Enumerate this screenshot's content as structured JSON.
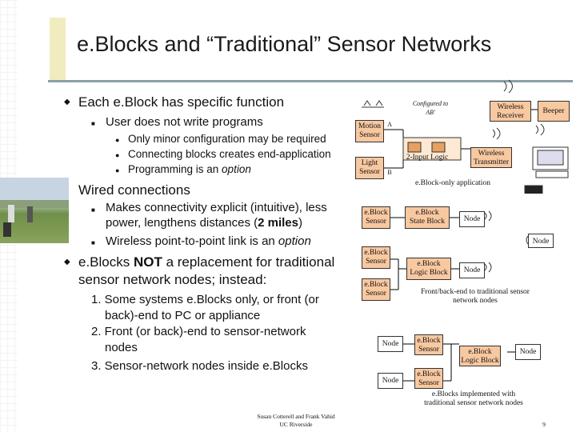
{
  "title": "e.Blocks and “Traditional” Sensor Networks",
  "bullets": {
    "b1": "Each e.Block has specific function",
    "b1_1": "User does not write programs",
    "b1_1_1": "Only minor configuration may be required",
    "b1_1_2": "Connecting blocks creates end-application",
    "b1_1_3_pre": "Programming is an ",
    "b1_1_3_em": "option",
    "b1_2": "Wired connections",
    "b1_2_1a": "Makes connectivity explicit (intuitive), less",
    "b1_2_1b_pre": "power, lengthens distances (",
    "b1_2_1b_bold": "2 miles",
    "b1_2_1b_post": ")",
    "b1_2_2_pre": "Wireless point-to-point link is an ",
    "b1_2_2_em": "option",
    "b2_pre": "e.Blocks ",
    "b2_bold": "NOT",
    "b2_post": " a replacement for traditional",
    "b2_line2": "sensor network nodes; instead:",
    "n1a": "1. Some systems e.Blocks only, or front (or",
    "n1b": "back)-end to PC or appliance",
    "n2a": "2. Front (or back)-end to sensor-network",
    "n2b": "nodes",
    "n3": "3. Sensor-network nodes inside e.Blocks"
  },
  "footer": {
    "author": "Susan Cotterell and Frank Vahid",
    "org": "UC Riverside",
    "page": "9"
  },
  "diagram": {
    "configured": "Configured to",
    "configured2": "AB'",
    "wireless_receiver_1": "Wireless",
    "wireless_receiver_2": "Receiver",
    "beeper": "Beeper",
    "motion_sensor_1": "Motion",
    "motion_sensor_2": "Sensor",
    "port_a": "A",
    "port_b": "B",
    "light_sensor_1": "Light",
    "light_sensor_2": "Sensor",
    "two_input_logic": "2-Input Logic",
    "wireless_transmitter_1": "Wireless",
    "wireless_transmitter_2": "Transmitter",
    "eblock_only": "e.Block-only application",
    "eblock_sensor": "e.Block",
    "sensor": "Sensor",
    "state_block": "State Block",
    "logic_block": "Logic Block",
    "node": "Node",
    "front_back": "Front/back-end to traditional sensor",
    "front_back2": "network nodes",
    "implemented": "e.Blocks implemented with",
    "implemented2": "traditional sensor network nodes"
  },
  "colors": {
    "block_fill": "#f8c8a0",
    "accent": "#f1ecc0",
    "rule": "#8aa0a6"
  }
}
